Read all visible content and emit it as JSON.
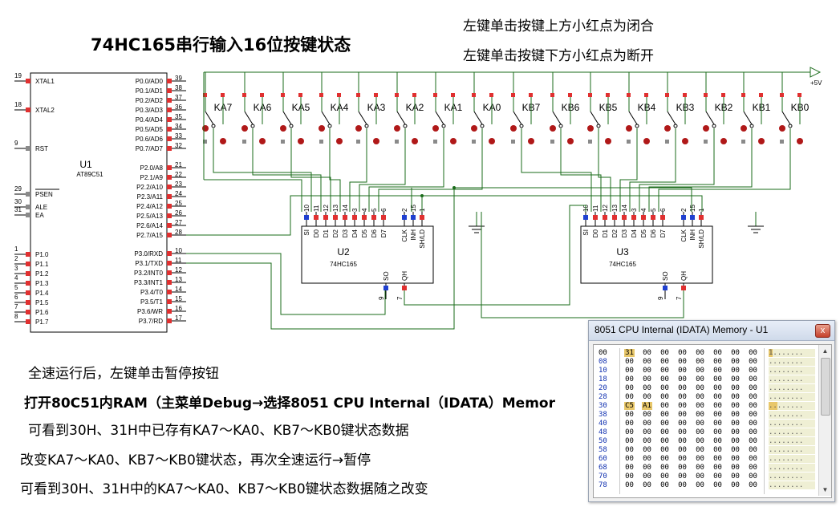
{
  "title": "74HC165串行输入16位按键状态",
  "top_notes": {
    "line1": "左键单击按键上方小红点为闭合",
    "line2": "左键单击按键下方小红点为断开"
  },
  "instructions": {
    "line1": "全速运行后，左键单击暂停按钮",
    "line2": "打开80C51内RAM（主菜单Debug→选择8051 CPU Internal（IDATA）Memor",
    "line3": "可看到30H、31H中已存有KA7～KA0、KB7～KB0键状态数据",
    "line4": "改变KA7～KA0、KB7～KB0键状态，再次全速运行→暂停",
    "line5": "可看到30H、31H中的KA7～KA0、KB7～KB0键状态数据随之改变"
  },
  "power_label": "+5V",
  "keys": [
    "KA7",
    "KA6",
    "KA5",
    "KA4",
    "KA3",
    "KA2",
    "KA1",
    "KA0",
    "KB7",
    "KB6",
    "KB5",
    "KB4",
    "KB3",
    "KB2",
    "KB1",
    "KB0"
  ],
  "u1": {
    "ref": "U1",
    "part": "AT89C51",
    "left_pins": [
      {
        "num": "19",
        "name": "XTAL1"
      },
      {
        "num": "18",
        "name": "XTAL2"
      },
      {
        "num": "9",
        "name": "RST"
      },
      {
        "num": "29",
        "name": "PSEN"
      },
      {
        "num": "30",
        "name": "ALE"
      },
      {
        "num": "31",
        "name": "EA"
      },
      {
        "num": "1",
        "name": "P1.0"
      },
      {
        "num": "2",
        "name": "P1.1"
      },
      {
        "num": "3",
        "name": "P1.2"
      },
      {
        "num": "4",
        "name": "P1.3"
      },
      {
        "num": "5",
        "name": "P1.4"
      },
      {
        "num": "6",
        "name": "P1.5"
      },
      {
        "num": "7",
        "name": "P1.6"
      },
      {
        "num": "8",
        "name": "P1.7"
      }
    ],
    "right_pins": [
      {
        "num": "39",
        "name": "P0.0/AD0"
      },
      {
        "num": "38",
        "name": "P0.1/AD1"
      },
      {
        "num": "37",
        "name": "P0.2/AD2"
      },
      {
        "num": "36",
        "name": "P0.3/AD3"
      },
      {
        "num": "35",
        "name": "P0.4/AD4"
      },
      {
        "num": "34",
        "name": "P0.5/AD5"
      },
      {
        "num": "33",
        "name": "P0.6/AD6"
      },
      {
        "num": "32",
        "name": "P0.7/AD7"
      },
      {
        "num": "21",
        "name": "P2.0/A8"
      },
      {
        "num": "22",
        "name": "P2.1/A9"
      },
      {
        "num": "23",
        "name": "P2.2/A10"
      },
      {
        "num": "24",
        "name": "P2.3/A11"
      },
      {
        "num": "25",
        "name": "P2.4/A12"
      },
      {
        "num": "26",
        "name": "P2.5/A13"
      },
      {
        "num": "27",
        "name": "P2.6/A14"
      },
      {
        "num": "28",
        "name": "P2.7/A15"
      },
      {
        "num": "10",
        "name": "P3.0/RXD"
      },
      {
        "num": "11",
        "name": "P3.1/TXD"
      },
      {
        "num": "12",
        "name": "P3.2/INT0"
      },
      {
        "num": "13",
        "name": "P3.3/INT1"
      },
      {
        "num": "14",
        "name": "P3.4/T0"
      },
      {
        "num": "15",
        "name": "P3.5/T1"
      },
      {
        "num": "16",
        "name": "P3.6/WR"
      },
      {
        "num": "17",
        "name": "P3.7/RD"
      }
    ]
  },
  "shift_regs": [
    {
      "ref": "U2",
      "part": "74HC165"
    },
    {
      "ref": "U3",
      "part": "74HC165"
    }
  ],
  "hc165_top_pins": {
    "nums": [
      "10",
      "11",
      "12",
      "13",
      "14",
      "3",
      "4",
      "5",
      "6",
      "2",
      "15",
      "1"
    ],
    "names": [
      "SI",
      "D0",
      "D1",
      "D2",
      "D3",
      "D4",
      "D5",
      "D6",
      "D7",
      "CLK",
      "INH",
      "SH/LD"
    ]
  },
  "hc165_bottom_pins": {
    "nums": [
      "9",
      "7"
    ],
    "names": [
      "SO",
      "QH"
    ]
  },
  "memory_window": {
    "title": "8051 CPU Internal (IDATA) Memory - U1",
    "close_label": "x",
    "rows": [
      {
        "addr": "00",
        "bytes": [
          "31",
          "00",
          "00",
          "00",
          "00",
          "00",
          "00",
          "00"
        ],
        "ascii": "1.......",
        "hl": [
          0
        ]
      },
      {
        "addr": "08",
        "bytes": [
          "00",
          "00",
          "00",
          "00",
          "00",
          "00",
          "00",
          "00"
        ],
        "ascii": "........",
        "hl": []
      },
      {
        "addr": "10",
        "bytes": [
          "00",
          "00",
          "00",
          "00",
          "00",
          "00",
          "00",
          "00"
        ],
        "ascii": "........",
        "hl": []
      },
      {
        "addr": "18",
        "bytes": [
          "00",
          "00",
          "00",
          "00",
          "00",
          "00",
          "00",
          "00"
        ],
        "ascii": "........",
        "hl": []
      },
      {
        "addr": "20",
        "bytes": [
          "00",
          "00",
          "00",
          "00",
          "00",
          "00",
          "00",
          "00"
        ],
        "ascii": "........",
        "hl": []
      },
      {
        "addr": "28",
        "bytes": [
          "00",
          "00",
          "00",
          "00",
          "00",
          "00",
          "00",
          "00"
        ],
        "ascii": "........",
        "hl": []
      },
      {
        "addr": "30",
        "bytes": [
          "C5",
          "A1",
          "00",
          "00",
          "00",
          "00",
          "00",
          "00"
        ],
        "ascii": "........",
        "hl": [
          0,
          1
        ]
      },
      {
        "addr": "38",
        "bytes": [
          "00",
          "00",
          "00",
          "00",
          "00",
          "00",
          "00",
          "00"
        ],
        "ascii": "........",
        "hl": []
      },
      {
        "addr": "40",
        "bytes": [
          "00",
          "00",
          "00",
          "00",
          "00",
          "00",
          "00",
          "00"
        ],
        "ascii": "........",
        "hl": []
      },
      {
        "addr": "48",
        "bytes": [
          "00",
          "00",
          "00",
          "00",
          "00",
          "00",
          "00",
          "00"
        ],
        "ascii": "........",
        "hl": []
      },
      {
        "addr": "50",
        "bytes": [
          "00",
          "00",
          "00",
          "00",
          "00",
          "00",
          "00",
          "00"
        ],
        "ascii": "........",
        "hl": []
      },
      {
        "addr": "58",
        "bytes": [
          "00",
          "00",
          "00",
          "00",
          "00",
          "00",
          "00",
          "00"
        ],
        "ascii": "........",
        "hl": []
      },
      {
        "addr": "60",
        "bytes": [
          "00",
          "00",
          "00",
          "00",
          "00",
          "00",
          "00",
          "00"
        ],
        "ascii": "........",
        "hl": []
      },
      {
        "addr": "68",
        "bytes": [
          "00",
          "00",
          "00",
          "00",
          "00",
          "00",
          "00",
          "00"
        ],
        "ascii": "........",
        "hl": []
      },
      {
        "addr": "70",
        "bytes": [
          "00",
          "00",
          "00",
          "00",
          "00",
          "00",
          "00",
          "00"
        ],
        "ascii": "........",
        "hl": []
      },
      {
        "addr": "78",
        "bytes": [
          "00",
          "00",
          "00",
          "00",
          "00",
          "00",
          "00",
          "00"
        ],
        "ascii": "........",
        "hl": []
      }
    ]
  },
  "colors": {
    "wire": "#1a6b1a",
    "red_terminal": "#e03030",
    "blue_terminal": "#2040d0",
    "grey_terminal": "#8a8a8a",
    "key_dot": "#b01818",
    "highlight": "#e8c76a"
  }
}
